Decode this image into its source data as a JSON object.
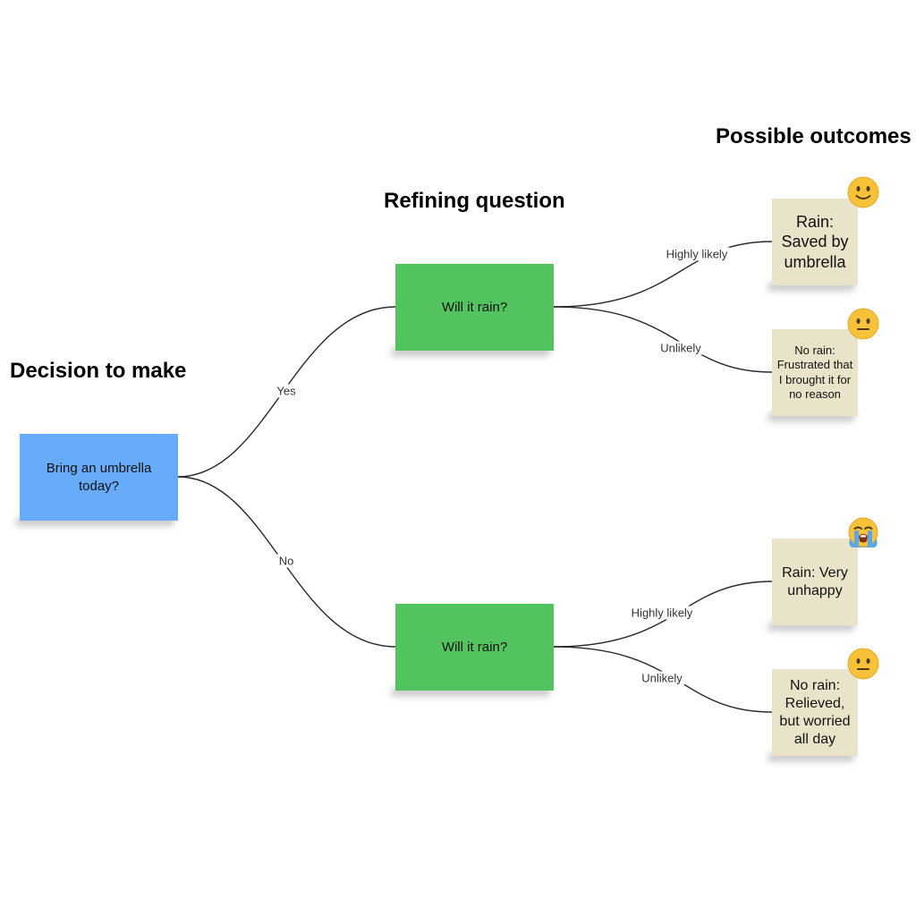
{
  "headings": {
    "decision": "Decision to make",
    "refining": "Refining question",
    "outcomes": "Possible outcomes"
  },
  "decision_node": {
    "text": "Bring an umbrella today?",
    "color": "#66acfa"
  },
  "branches": [
    {
      "label": "Yes",
      "question": {
        "text": "Will it rain?",
        "color": "#52c35e"
      },
      "outcomes": [
        {
          "edge_label": "Highly likely",
          "text": "Rain: Saved by umbrella",
          "emoji": "slightly-smiling-face-icon"
        },
        {
          "edge_label": "Unlikely",
          "text": "No rain: Frustrated that I brought it for no reason",
          "emoji": "neutral-face-icon"
        }
      ]
    },
    {
      "label": "No",
      "question": {
        "text": "Will it rain?",
        "color": "#52c35e"
      },
      "outcomes": [
        {
          "edge_label": "Highly likely",
          "text": "Rain: Very unhappy",
          "emoji": "loudly-crying-face-icon"
        },
        {
          "edge_label": "Unlikely",
          "text": "No rain: Relieved, but worried all day",
          "emoji": "neutral-face-icon"
        }
      ]
    }
  ],
  "colors": {
    "sticky_note": "#e9e3c9",
    "emoji_face": "#f7c23a",
    "connector": "#2b2b2b"
  }
}
